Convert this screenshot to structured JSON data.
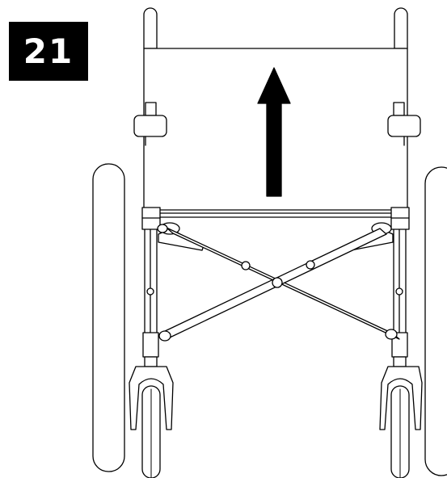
{
  "step": {
    "number": "21"
  },
  "illustration": {
    "subject": "wheelchair-frame-rear-view",
    "action_arrow": "up-arrow",
    "colors": {
      "line": "#000000",
      "fill": "#ffffff",
      "arrow": "#000000",
      "badge": "#000000",
      "badge_text": "#ffffff"
    }
  }
}
